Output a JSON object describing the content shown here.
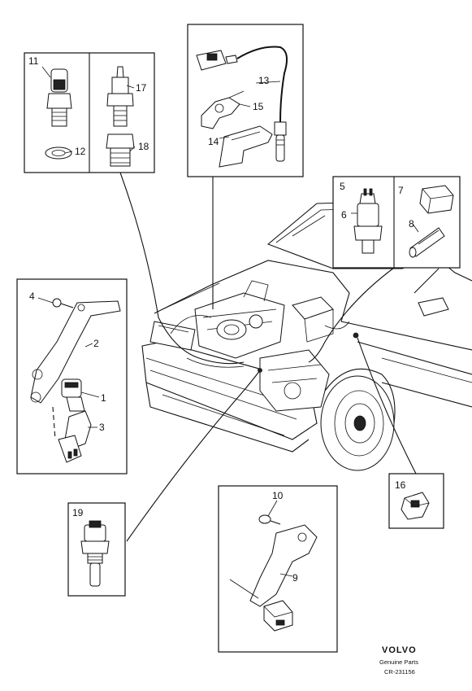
{
  "callouts": {
    "c1": "1",
    "c2": "2",
    "c3": "3",
    "c4": "4",
    "c5": "5",
    "c6": "6",
    "c7": "7",
    "c8": "8",
    "c9": "9",
    "c10": "10",
    "c11": "11",
    "c12": "12",
    "c13": "13",
    "c14": "14",
    "c15": "15",
    "c16": "16",
    "c17": "17",
    "c18": "18",
    "c19": "19"
  },
  "footer": {
    "brand": "VOLVO",
    "subtitle": "Genuine Parts",
    "code": "CR-231156"
  }
}
